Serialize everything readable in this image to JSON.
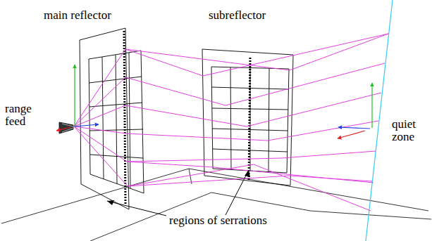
{
  "diagram": {
    "labels": [
      "main reflector",
      "subreflector",
      "range feed",
      "quiet zone",
      "regions of serrations"
    ]
  }
}
